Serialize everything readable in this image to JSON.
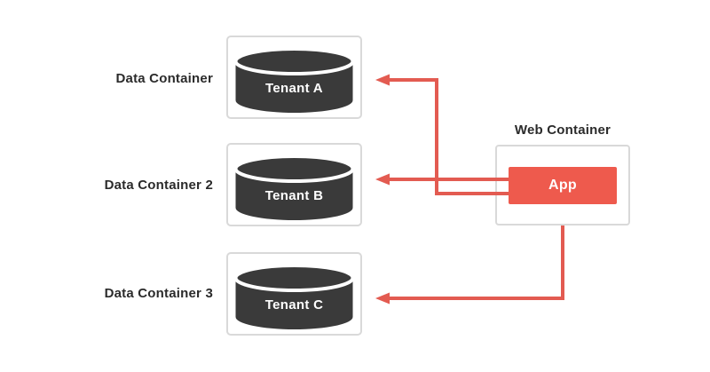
{
  "diagram": {
    "colors": {
      "background": "#ffffff",
      "label_text": "#2b2b2b",
      "box_border": "#d9d9d9",
      "box_fill": "#ffffff",
      "cylinder_dark": "#3a3a3a",
      "tenant_text": "#ffffff",
      "app_red": "#ee5a4d",
      "arrow_red": "#e35b51"
    },
    "data_containers": [
      {
        "label": "Data Container",
        "tenant": "Tenant A",
        "icon": "database-cylinder-icon"
      },
      {
        "label": "Data Container 2",
        "tenant": "Tenant B",
        "icon": "database-cylinder-icon"
      },
      {
        "label": "Data Container 3",
        "tenant": "Tenant C",
        "icon": "database-cylinder-icon"
      }
    ],
    "web_container": {
      "label": "Web Container",
      "app": "App"
    },
    "connections": [
      {
        "from": "App",
        "to": "Tenant A",
        "style": "arrow-left"
      },
      {
        "from": "App",
        "to": "Tenant B",
        "style": "arrow-left"
      },
      {
        "from": "App",
        "to": "Tenant C",
        "style": "arrow-left"
      }
    ]
  }
}
